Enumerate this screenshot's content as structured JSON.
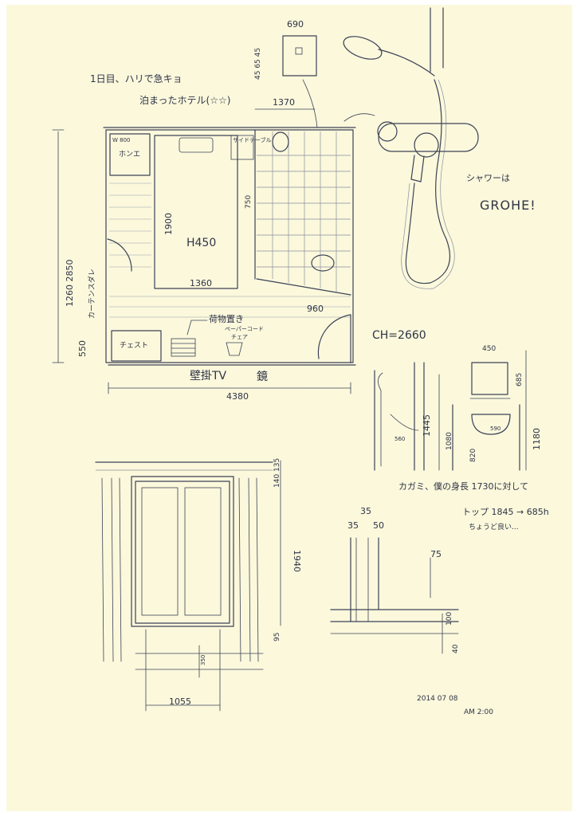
{
  "header_note": {
    "line1": "1日目、ハリで急キョ",
    "line2": "泊まったホテル(☆☆)"
  },
  "floor_plan": {
    "overall_width": "4380",
    "overall_depth": "1260 2850",
    "bed_label": "H450",
    "bed_length": "1900",
    "bed_width": "1360",
    "desk_label": "W 800",
    "desk_label2": "ホンエ",
    "night_table": "サイドテーブル",
    "bath_width": "1370",
    "bath_door": "960",
    "bath_dim": "750",
    "left_note": "カーテンスダレ",
    "chest_label": "チェスト",
    "chest_width": "550",
    "luggage": "荷物置き",
    "paper_cord": "ペーパーコード",
    "chair": "チェア",
    "wall_tv": "壁掛TV",
    "mirror": "鏡"
  },
  "outlet": {
    "width": "690",
    "height": "45 65 45"
  },
  "shower": {
    "note": "シャワーは",
    "brand": "GROHE!"
  },
  "ceiling": {
    "label": "CH=2660"
  },
  "washbasin": {
    "mirror_width": "450",
    "mirror_height": "685",
    "height_1445": "1445",
    "depth_560": "560",
    "height_1080": "1080",
    "depth_590": "590",
    "height_820": "820",
    "height_1180": "1180"
  },
  "mirror_note": {
    "line1": "カガミ、僕の身長 1730に対して",
    "line2": "トップ 1845 → 685h",
    "line3": "ちょうど良い..."
  },
  "window": {
    "width": "1055",
    "height": "1940",
    "top_dims": "140 135",
    "bottom_dim": "95",
    "sill": "350"
  },
  "profile": {
    "dim_35a": "35",
    "dim_35b": "35",
    "dim_50": "50",
    "dim_75": "75",
    "dim_100": "100",
    "dim_40": "40"
  },
  "date": {
    "line1": "2014  07 08",
    "line2": "AM 2:00"
  }
}
